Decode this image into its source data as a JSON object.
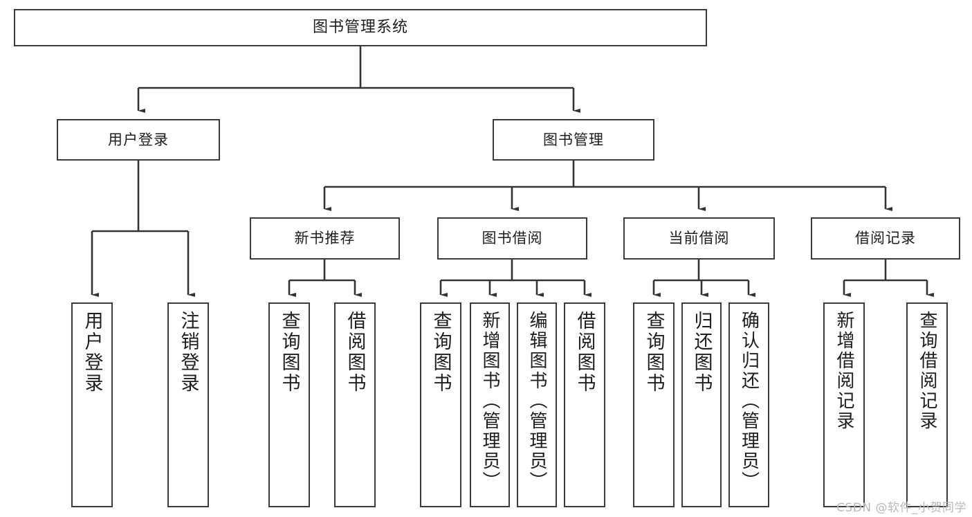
{
  "diagram": {
    "type": "tree",
    "title": "图书管理系统",
    "orientation": "top-down",
    "colors": {
      "box_border": "#3a3a3a",
      "box_fill": "#ffffff",
      "connector": "#333333",
      "text": "#1d1d1d",
      "watermark": "#b9b9b9"
    },
    "nodes": {
      "root": {
        "label": "图书管理系统"
      },
      "level1": [
        {
          "id": "user-login",
          "label": "用户登录"
        },
        {
          "id": "book-manage",
          "label": "图书管理"
        }
      ],
      "level2": [
        {
          "id": "new-book-recommend",
          "label": "新书推荐"
        },
        {
          "id": "book-borrow",
          "label": "图书借阅"
        },
        {
          "id": "current-borrow",
          "label": "当前借阅"
        },
        {
          "id": "borrow-record",
          "label": "借阅记录"
        }
      ],
      "leaves": {
        "user_login": [
          {
            "id": "leaf-user-login",
            "label": "用户登录"
          },
          {
            "id": "leaf-logout-login",
            "label": "注销登录"
          }
        ],
        "new_book_recommend": [
          {
            "id": "leaf-query-book-1",
            "label": "查询图书"
          },
          {
            "id": "leaf-borrow-book-1",
            "label": "借阅图书"
          }
        ],
        "book_borrow": [
          {
            "id": "leaf-query-book-2",
            "label": "查询图书"
          },
          {
            "id": "leaf-add-book",
            "label": "新增图书（管理员）"
          },
          {
            "id": "leaf-edit-book",
            "label": "编辑图书（管理员）"
          },
          {
            "id": "leaf-borrow-book-2",
            "label": "借阅图书"
          }
        ],
        "current_borrow": [
          {
            "id": "leaf-query-book-3",
            "label": "查询图书"
          },
          {
            "id": "leaf-return-book",
            "label": "归还图书"
          },
          {
            "id": "leaf-confirm-return",
            "label": "确认归还（管理员）"
          }
        ],
        "borrow_record": [
          {
            "id": "leaf-add-borrow-record",
            "label": "新增借阅记录"
          },
          {
            "id": "leaf-query-borrow-record",
            "label": "查询借阅记录"
          }
        ]
      }
    }
  },
  "watermark": {
    "text": "CSDN @软件_小贺同学"
  }
}
